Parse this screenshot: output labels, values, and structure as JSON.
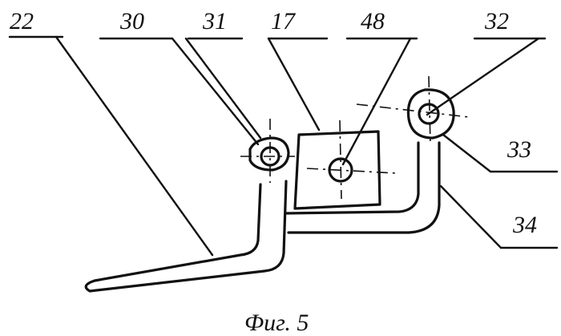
{
  "labels": {
    "l22": "22",
    "l30": "30",
    "l31": "31",
    "l17": "17",
    "l48": "48",
    "l32": "32",
    "l33": "33",
    "l34": "34"
  },
  "caption": "Фиг. 5"
}
